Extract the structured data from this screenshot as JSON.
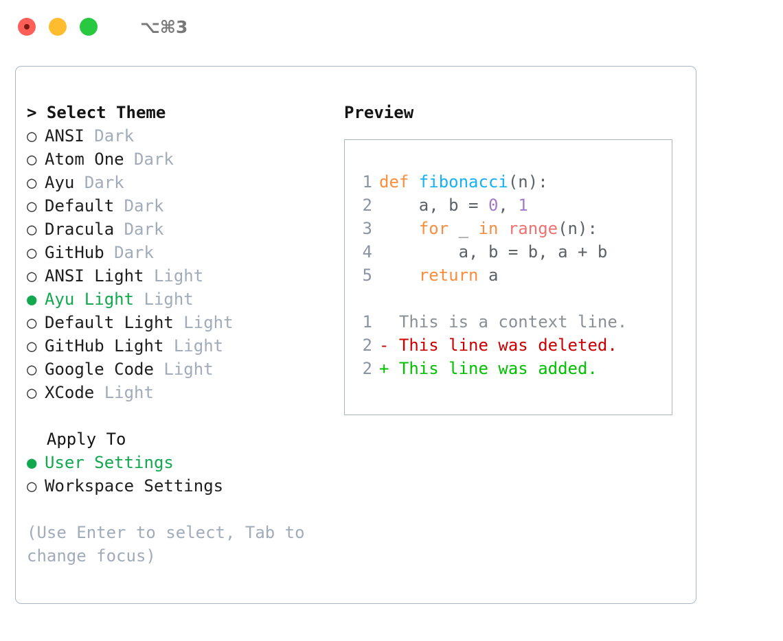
{
  "titlebar": {
    "lights": [
      "close-red",
      "minimize-yellow",
      "maximize-green"
    ],
    "shortcut": "⌥⌘3"
  },
  "theme_section": {
    "prefix": "> ",
    "heading": "Select Theme",
    "radio_empty": "○",
    "radio_filled": "●",
    "items": [
      {
        "name": "ANSI",
        "variant": "Dark",
        "selected": false
      },
      {
        "name": "Atom One",
        "variant": "Dark",
        "selected": false
      },
      {
        "name": "Ayu",
        "variant": "Dark",
        "selected": false
      },
      {
        "name": "Default",
        "variant": "Dark",
        "selected": false
      },
      {
        "name": "Dracula",
        "variant": "Dark",
        "selected": false
      },
      {
        "name": "GitHub",
        "variant": "Dark",
        "selected": false
      },
      {
        "name": "ANSI Light",
        "variant": "Light",
        "selected": false
      },
      {
        "name": "Ayu Light",
        "variant": "Light",
        "selected": true
      },
      {
        "name": "Default Light",
        "variant": "Light",
        "selected": false
      },
      {
        "name": "GitHub Light",
        "variant": "Light",
        "selected": false
      },
      {
        "name": "Google Code",
        "variant": "Light",
        "selected": false
      },
      {
        "name": "XCode",
        "variant": "Light",
        "selected": false
      }
    ]
  },
  "apply_section": {
    "heading": "Apply To",
    "items": [
      {
        "name": "User Settings",
        "selected": true
      },
      {
        "name": "Workspace Settings",
        "selected": false
      }
    ]
  },
  "hint": "(Use Enter to select, Tab to change focus)",
  "preview": {
    "heading": "Preview",
    "code_lines": [
      {
        "number": "1",
        "tokens": [
          {
            "text": "def ",
            "kind": "keyword"
          },
          {
            "text": "fibonacci",
            "kind": "function"
          },
          {
            "text": "(n):",
            "kind": "punctuation"
          }
        ]
      },
      {
        "number": "2",
        "tokens": [
          {
            "text": "    a, b = ",
            "kind": "identifier"
          },
          {
            "text": "0",
            "kind": "number"
          },
          {
            "text": ", ",
            "kind": "identifier"
          },
          {
            "text": "1",
            "kind": "number"
          }
        ]
      },
      {
        "number": "3",
        "tokens": [
          {
            "text": "    for ",
            "kind": "keyword"
          },
          {
            "text": "_ ",
            "kind": "identifier"
          },
          {
            "text": "in ",
            "kind": "keyword"
          },
          {
            "text": "range",
            "kind": "call"
          },
          {
            "text": "(n):",
            "kind": "punctuation"
          }
        ]
      },
      {
        "number": "4",
        "tokens": [
          {
            "text": "        a, b = b, a + b",
            "kind": "identifier"
          }
        ]
      },
      {
        "number": "5",
        "tokens": [
          {
            "text": "    return ",
            "kind": "keyword"
          },
          {
            "text": "a",
            "kind": "identifier"
          }
        ]
      }
    ],
    "diff_lines": [
      {
        "number": "1",
        "sign": "  ",
        "text": "This is a context line.",
        "kind": "context"
      },
      {
        "number": "2",
        "sign": "- ",
        "text": "This line was deleted.",
        "kind": "deleted"
      },
      {
        "number": "2",
        "sign": "+ ",
        "text": "This line was added.",
        "kind": "added"
      }
    ]
  },
  "colors": {
    "selected_green": "#11a84e",
    "muted_gray": "#a2abba",
    "border": "#adb5c4",
    "keyword_orange": "#fa8d3e",
    "function_blue": "#16b0f5",
    "number_purple": "#a37acc",
    "call_red": "#f07171",
    "identifier": "#5c6166",
    "line_number": "#8a93a3",
    "diff_deleted": "#cc0000",
    "diff_added": "#00c000",
    "traffic_red": "#ff5f57",
    "traffic_yellow": "#febc2e",
    "traffic_green": "#28c840"
  }
}
